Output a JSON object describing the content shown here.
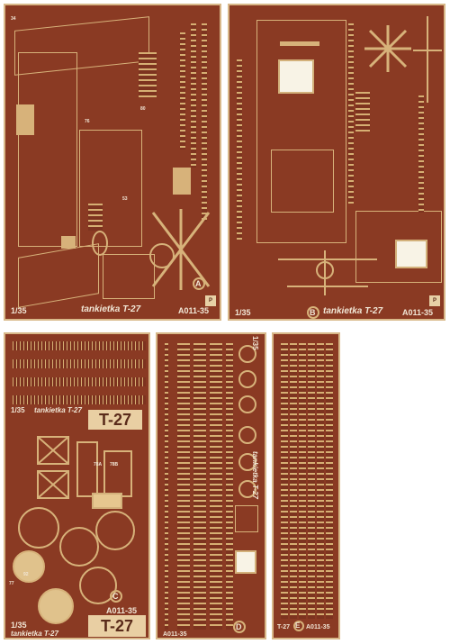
{
  "frets": [
    {
      "letter": "A",
      "scale": "1/35",
      "title": "tankietka T-27",
      "code": "A011-35"
    },
    {
      "letter": "B",
      "scale": "1/35",
      "title": "tankietka T-27",
      "code": "A011-35"
    },
    {
      "letter": "C",
      "scale": "1/35",
      "title": "tankietka T-27",
      "code": "A011-35",
      "plate": "T-27"
    },
    {
      "letter": "D",
      "scale": "1/35",
      "title": "tankietka T-27",
      "code": "A011-35"
    },
    {
      "letter": "E",
      "scale": "",
      "title": "T-27",
      "code": "A011-35"
    }
  ],
  "part_numbers": {
    "a1": "34",
    "a2": "76",
    "a3": "80",
    "a4": "53",
    "c1": "78A",
    "c2": "78B",
    "c3": "92",
    "c4": "77"
  },
  "colors": {
    "brass": "#8a3a23",
    "etch": "#d7b27a",
    "paper": "#ffffff"
  }
}
